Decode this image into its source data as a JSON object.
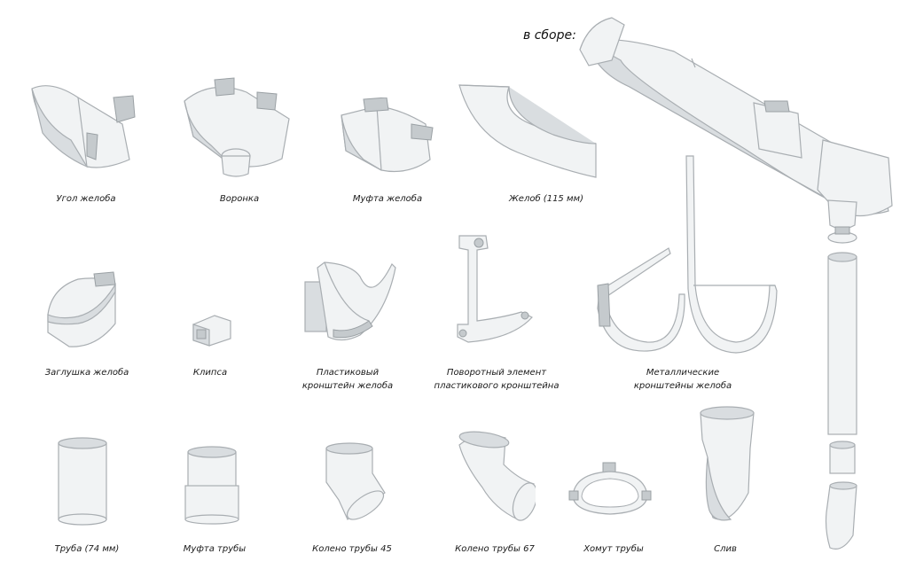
{
  "assembly_label": "в сборе:",
  "items": [
    {
      "id": "gutter-corner",
      "label": "Угол желоба"
    },
    {
      "id": "funnel",
      "label": "Воронка"
    },
    {
      "id": "gutter-coupling",
      "label": "Муфта желоба"
    },
    {
      "id": "gutter",
      "label": "Желоб (115 мм)"
    },
    {
      "id": "gutter-end-cap",
      "label": "Заглушка желоба"
    },
    {
      "id": "clip",
      "label": "Клипса"
    },
    {
      "id": "plastic-bracket",
      "label_lines": [
        "Пластиковый",
        "кронштейн желоба"
      ]
    },
    {
      "id": "rotary-element",
      "label_lines": [
        "Поворотный элемент",
        "пластикового кронштейна"
      ]
    },
    {
      "id": "metal-brackets",
      "label_lines": [
        "Металлические",
        "кронштейны желоба"
      ]
    },
    {
      "id": "pipe",
      "label": "Труба (74 мм)"
    },
    {
      "id": "pipe-coupling",
      "label": "Муфта трубы"
    },
    {
      "id": "elbow-45",
      "label": "Колено трубы 45"
    },
    {
      "id": "elbow-67",
      "label": "Колено трубы 67"
    },
    {
      "id": "pipe-clamp",
      "label": "Хомут трубы"
    },
    {
      "id": "drain-outlet",
      "label": "Слив"
    }
  ]
}
